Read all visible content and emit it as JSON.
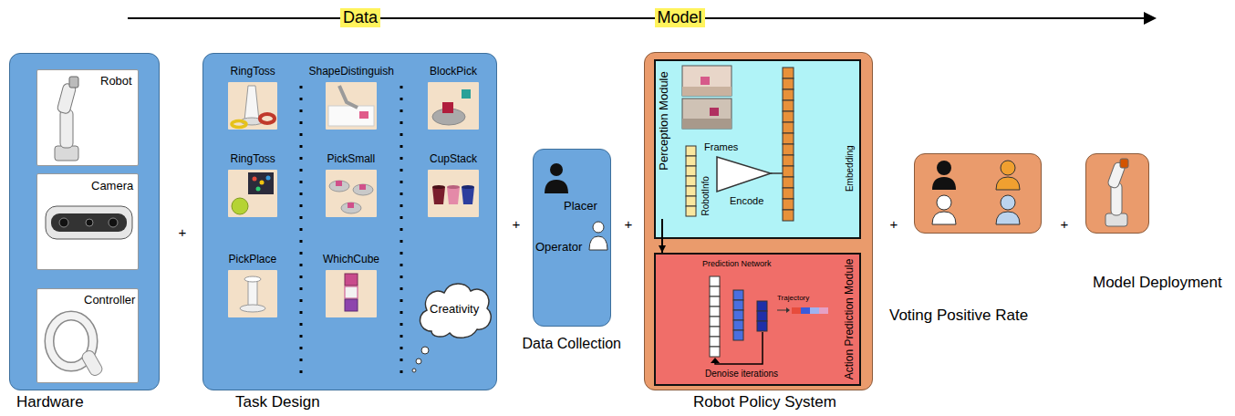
{
  "diagram": {
    "nodes": [
      {
        "text": [
          "Hardware"
        ]
      },
      {
        "text": [
          "Robot"
        ],
        "in": 0
      },
      {
        "text": [
          "Camera"
        ],
        "in": 0
      },
      {
        "text": [
          "Controller"
        ],
        "in": 0
      },
      {
        "text": [
          "Task Design"
        ]
      },
      {
        "text": [
          "RingToss"
        ],
        "in": 4
      },
      {
        "text": [
          "ShapeDistinguish"
        ],
        "in": 4
      },
      {
        "text": [
          "BlockPick"
        ],
        "in": 4
      },
      {
        "text": [
          "RingToss"
        ],
        "in": 4
      },
      {
        "text": [
          "PickSmall"
        ],
        "in": 4
      },
      {
        "text": [
          "CupStack"
        ],
        "in": 4
      },
      {
        "text": [
          "PickPlace"
        ],
        "in": 4
      },
      {
        "text": [
          "WhichCube"
        ],
        "in": 4
      },
      {
        "text": [
          "Creativity"
        ],
        "in": 4
      },
      {
        "text": [
          "Placer",
          "Operator",
          "Data Collection"
        ]
      },
      {
        "text": [
          "Robot Policy System"
        ]
      },
      {
        "text": [
          "Perception Module",
          "Frames",
          "RobotInfo",
          "Encode",
          "Embedding"
        ],
        "in": 15
      },
      {
        "text": [
          "Action Prediction Module",
          "Prediction Network",
          "Trajectory",
          "Denoise iterations"
        ],
        "in": 15
      },
      {
        "text": [
          "Voting Positive Rate"
        ]
      },
      {
        "text": [
          "Model Deployment"
        ]
      }
    ],
    "edges": [
      {
        "from": 16,
        "to": 17,
        "arrow": "to"
      }
    ],
    "labels": [
      "Data",
      "Model",
      "+",
      "+",
      "+",
      "+",
      "+"
    ]
  }
}
